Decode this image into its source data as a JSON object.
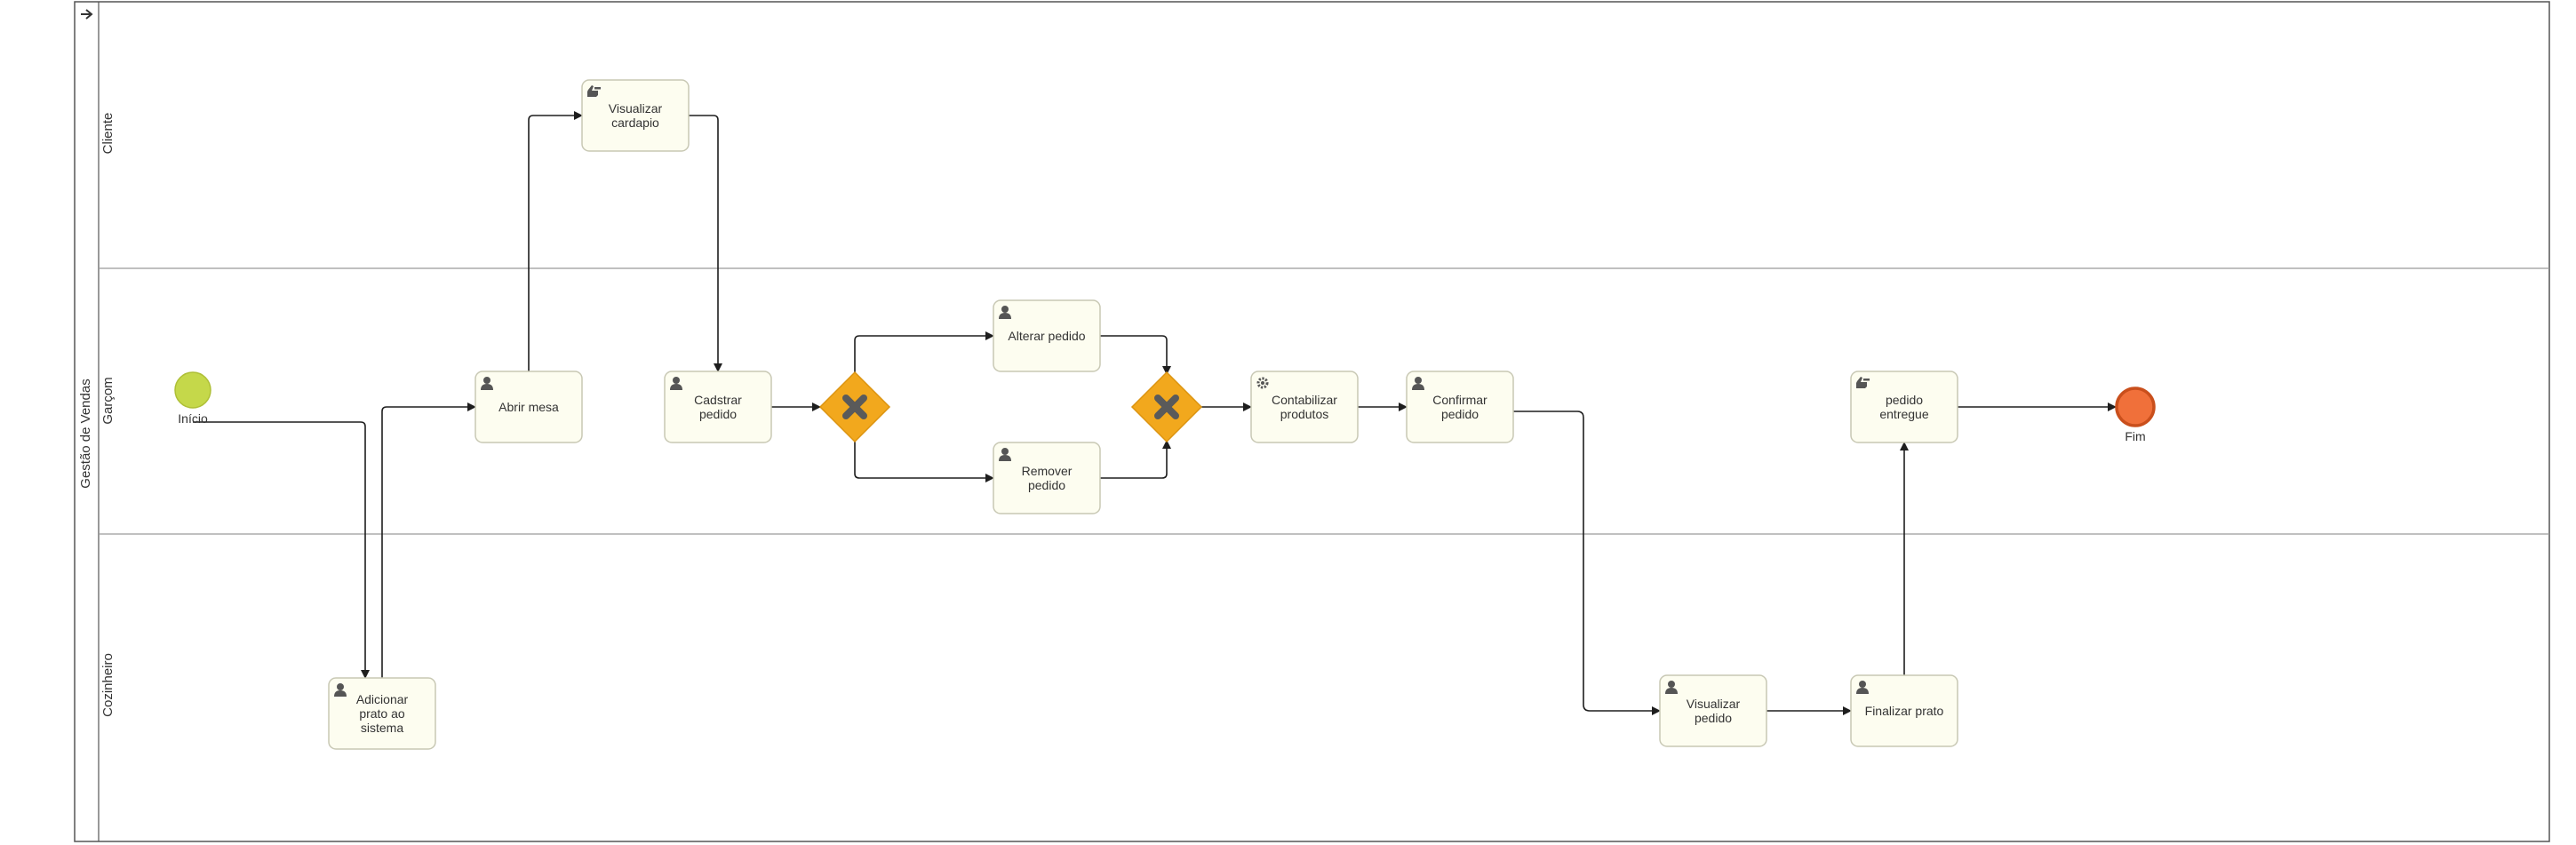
{
  "pool": {
    "name": "Gestão de Vendas"
  },
  "lanes": [
    {
      "id": "cliente",
      "name": "Cliente"
    },
    {
      "id": "garcom",
      "name": "Garçom"
    },
    {
      "id": "cozinheiro",
      "name": "Cozinheiro"
    }
  ],
  "events": {
    "start": {
      "label": "Início",
      "color": "#c5d84a"
    },
    "end": {
      "label": "Fim",
      "color": "#f0703a"
    }
  },
  "tasks": {
    "visualizar_cardapio": {
      "label": [
        "Visualizar",
        "cardapio"
      ],
      "icon": "manual-hand-icon"
    },
    "abrir_mesa": {
      "label": [
        "Abrir mesa"
      ],
      "icon": "user-icon"
    },
    "cadastrar_pedido": {
      "label": [
        "Cadstrar",
        "pedido"
      ],
      "icon": "user-icon"
    },
    "alterar_pedido": {
      "label": [
        "Alterar pedido"
      ],
      "icon": "user-icon"
    },
    "remover_pedido": {
      "label": [
        "Remover",
        "pedido"
      ],
      "icon": "user-icon"
    },
    "contabilizar_produtos": {
      "label": [
        "Contabilizar",
        "produtos"
      ],
      "icon": "gear-icon"
    },
    "confirmar_pedido": {
      "label": [
        "Confirmar",
        "pedido"
      ],
      "icon": "user-icon"
    },
    "pedido_entregue": {
      "label": [
        "pedido",
        "entregue"
      ],
      "icon": "manual-hand-icon"
    },
    "adicionar_prato": {
      "label": [
        "Adicionar",
        "prato ao",
        "sistema"
      ],
      "icon": "user-icon"
    },
    "visualizar_pedido": {
      "label": [
        "Visualizar",
        "pedido"
      ],
      "icon": "user-icon"
    },
    "finalizar_prato": {
      "label": [
        "Finalizar prato"
      ],
      "icon": "user-icon"
    }
  },
  "gateways": {
    "type": "exclusive",
    "color": "#f2a81d"
  },
  "colors": {
    "task_fill": "#fdfdf0",
    "task_stroke": "#c8c8b4",
    "flow": "#1e1e1e"
  }
}
